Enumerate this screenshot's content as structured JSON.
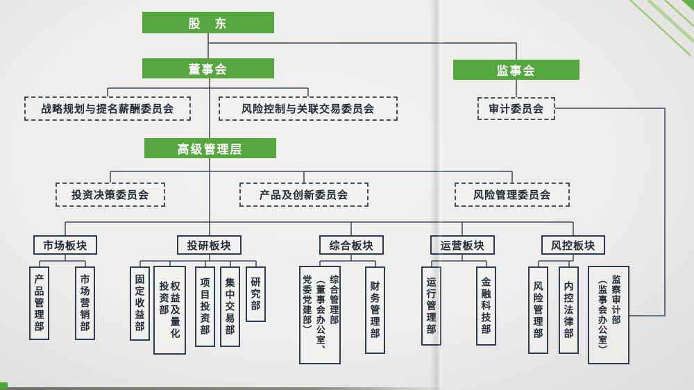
{
  "org": {
    "shareholders": "股　东",
    "board": "董事会",
    "supervisory_board": "监事会",
    "senior_management": "高级管理层",
    "committees": {
      "strategic": "战略规划与提名薪酬委员会",
      "risk_control": "风险控制与关联交易委员会",
      "audit": "审计委员会",
      "investment_decision": "投资决策委员会",
      "product_innovation": "产品及创新委员会",
      "risk_management": "风险管理委员会"
    },
    "sections": {
      "market": "市场板块",
      "research": "投研板块",
      "general": "综合板块",
      "operations": "运营板块",
      "risk": "风控板块"
    },
    "departments": {
      "product_mgmt": "产品管理部",
      "marketing": "市场营销部",
      "fixed_income": "固定收益部",
      "equity_quant": "权益及量化\n投资部",
      "project_investment": "项目投资部",
      "central_trading": "集中交易部",
      "research_dept": "研究部",
      "general_mgmt": "综合管理部\n（董事会办公室、\n党委党建部）",
      "finance": "财务管理部",
      "operations_mgmt": "运行管理部",
      "fintech": "金融科技部",
      "risk_mgmt": "风险管理部",
      "internal_control_legal": "内控法律部",
      "supervision_audit": "监察审计部\n（监事会办公室）"
    }
  },
  "colors": {
    "green": "#55a63e",
    "line": "#3b4759",
    "box_border": "#2d3a50",
    "text": "#222a36"
  }
}
